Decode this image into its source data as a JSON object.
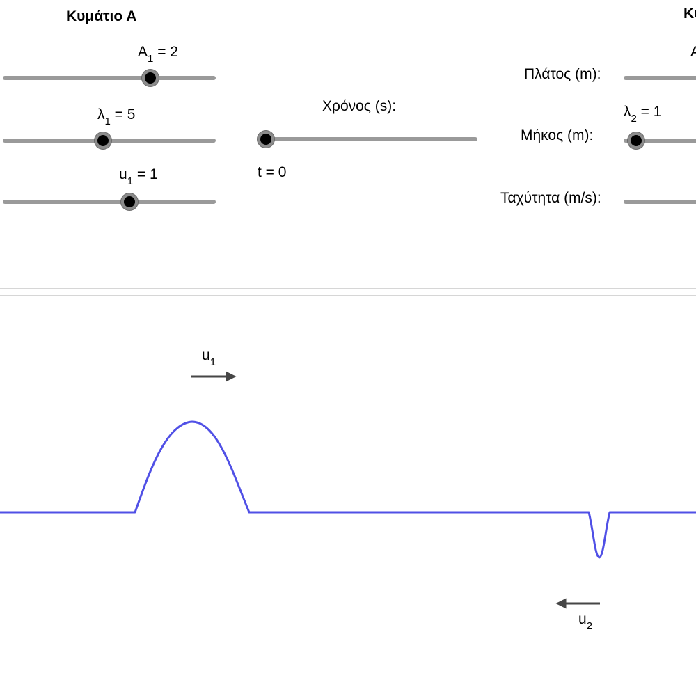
{
  "wave_a": {
    "title": "Κυμάτιο Α",
    "amp": {
      "sym": "A",
      "sub": "1",
      "eq": " = 2",
      "value": 2
    },
    "len": {
      "sym": "λ",
      "sub": "1",
      "eq": " = 5",
      "value": 5
    },
    "vel": {
      "sym": "u",
      "sub": "1",
      "eq": " = 1",
      "value": 1
    }
  },
  "time": {
    "title": "Χρόνος (s):",
    "readout": "t = 0",
    "value": 0
  },
  "wave_b": {
    "title": "Κυ",
    "amp_label": "Πλάτος (m):",
    "len_label": "Μήκος (m):",
    "vel_label": "Ταχύτητα (m/s):",
    "amp_sym": "A",
    "len": {
      "sym": "λ",
      "sub": "2",
      "eq": " = 1",
      "value": 1
    }
  },
  "graph": {
    "arrow1": {
      "sym": "u",
      "sub": "1"
    },
    "arrow2": {
      "sym": "u",
      "sub": "2"
    },
    "colors": {
      "wave": "#5050e6",
      "arrow": "#464646"
    }
  }
}
